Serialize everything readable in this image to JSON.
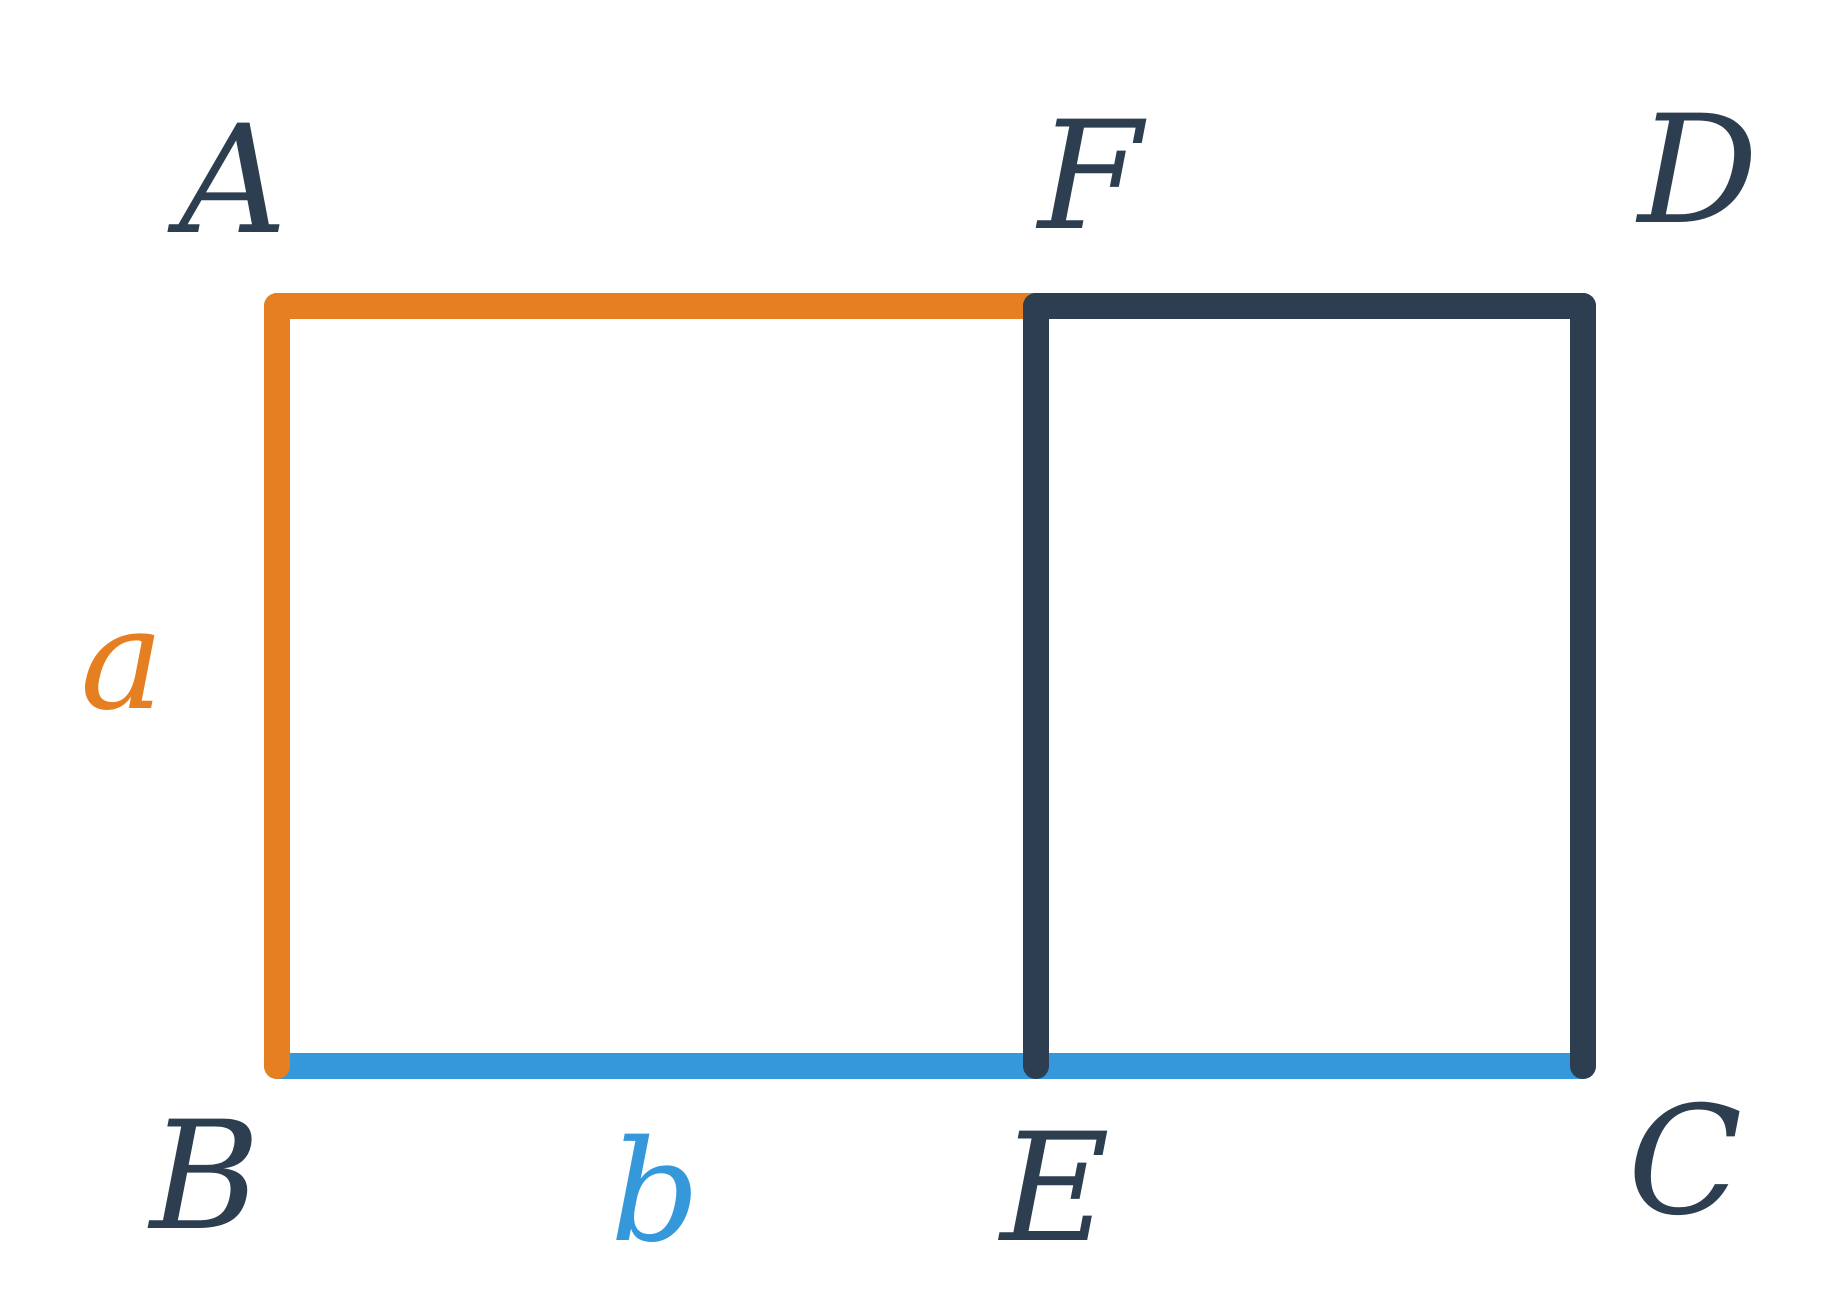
{
  "colors": {
    "background": "#ffffff",
    "orange": "#e67e22",
    "blue": "#3498db",
    "dark": "#2c3e50"
  },
  "points": {
    "A": "A",
    "B": "B",
    "C": "C",
    "D": "D",
    "E": "E",
    "F": "F"
  },
  "lengths": {
    "a": "a",
    "b": "b"
  }
}
